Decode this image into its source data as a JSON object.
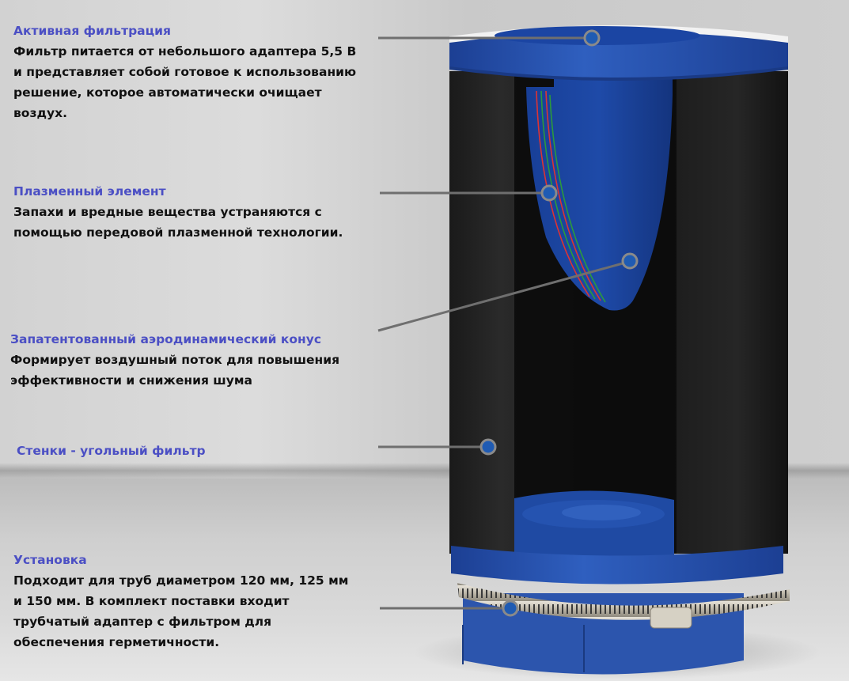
{
  "features": [
    {
      "title": "Активная фильтрация",
      "lines": [
        "Фильтр питается от небольшого адаптера 5,5 В",
        "и представляет собой готовое к использованию",
        "решение, которое автоматически очищает",
        "воздух."
      ],
      "marker": "top-ring"
    },
    {
      "title": "Плазменный элемент",
      "lines": [
        "Запахи и вредные вещества устраняются с",
        "помощью передовой плазменной технологии."
      ],
      "marker": "plasma-element"
    },
    {
      "title": "Запатентованный аэродинамический конус",
      "lines": [
        "Формирует воздушный поток для повышения",
        "эффективности и снижения шума"
      ],
      "marker": "aerodynamic-cone"
    },
    {
      "title": "Стенки - угольный фильтр",
      "lines": [],
      "marker": "carbon-wall"
    },
    {
      "title": "Установка",
      "lines": [
        "Подходит для труб диаметром 120 мм, 125 мм",
        "и 150 мм. В комплект поставки входит",
        "трубчатый адаптер с фильтром для",
        "обеспечения герметичности."
      ],
      "marker": "clamp"
    }
  ],
  "colors": {
    "title": "#4b4fc4",
    "body_text": "#111111",
    "filter_blue": "#1f4fa8",
    "carbon": "#141414",
    "callout_line": "#6f6f6f"
  }
}
